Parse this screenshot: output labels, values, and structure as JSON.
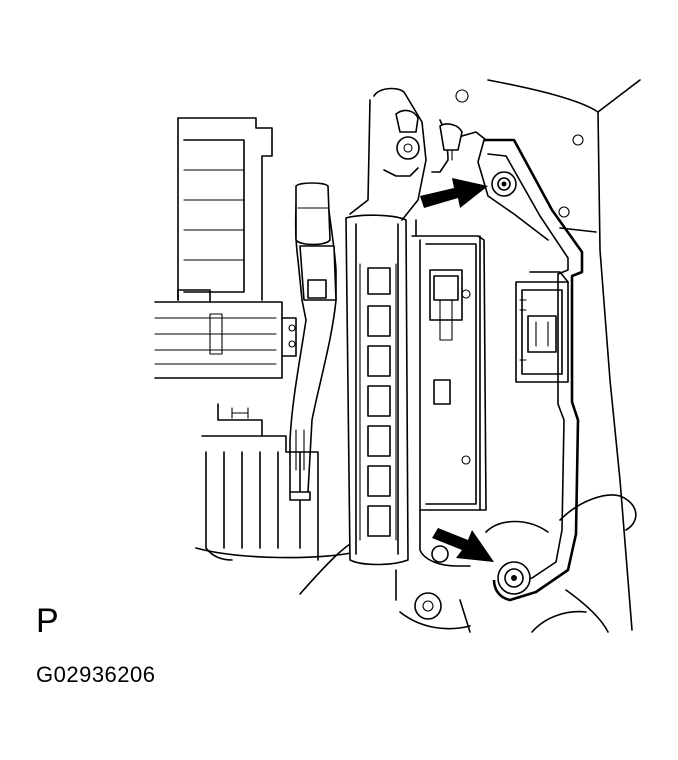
{
  "view_letter": "P",
  "figure_code": "G02936206",
  "arrows": [
    {
      "name": "upper-bolt-arrow"
    },
    {
      "name": "lower-bolt-arrow"
    }
  ],
  "bolts": [
    {
      "name": "upper-bolt"
    },
    {
      "name": "lower-bolt"
    }
  ]
}
